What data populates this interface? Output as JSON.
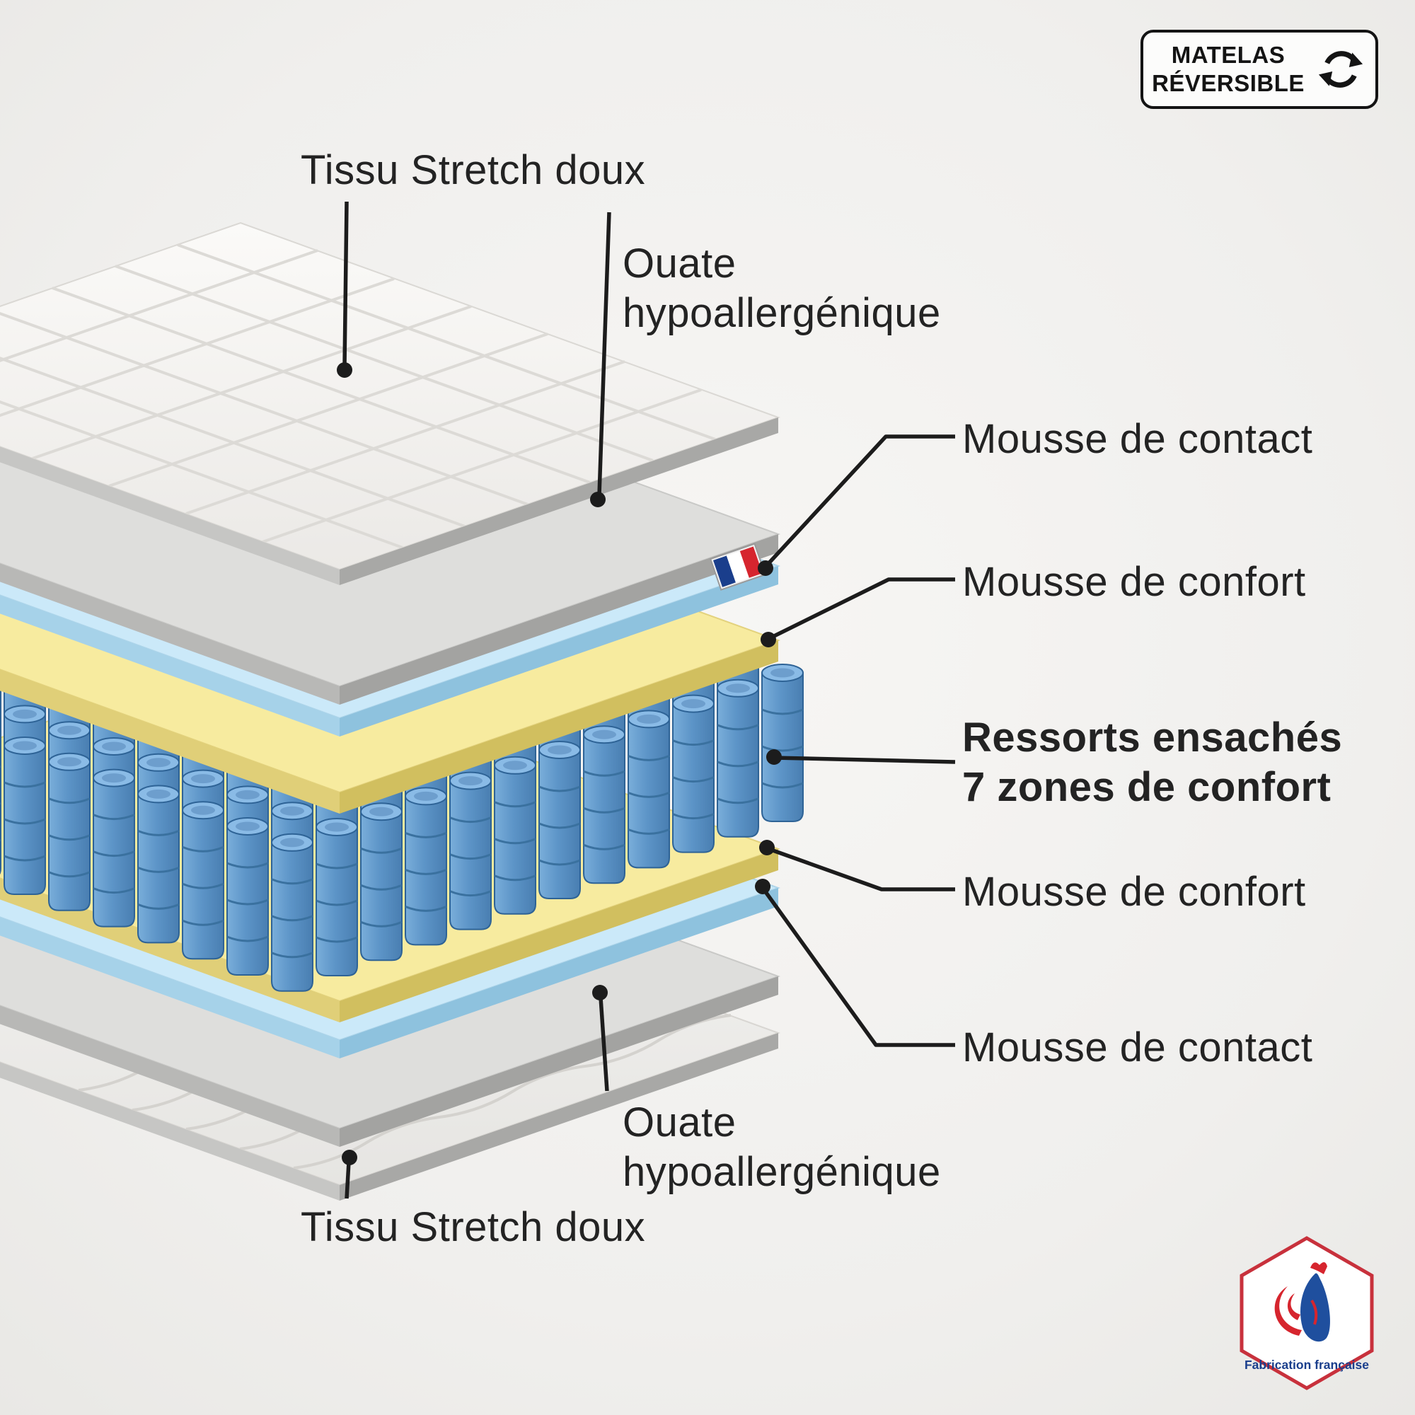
{
  "reversible_badge": {
    "line1": "MATELAS",
    "line2": "RÉVERSIBLE"
  },
  "callouts": {
    "tissu_top": "Tissu Stretch doux",
    "ouate_top_line1": "Ouate",
    "ouate_top_line2": "hypoallergénique",
    "mousse_contact_top": "Mousse de contact",
    "mousse_confort_top": "Mousse de confort",
    "ressorts_line1": "Ressorts ensachés",
    "ressorts_line2": "7 zones de confort",
    "mousse_confort_bottom": "Mousse de confort",
    "mousse_contact_bottom": "Mousse de contact",
    "ouate_bottom_line1": "Ouate",
    "ouate_bottom_line2": "hypoallergénique",
    "tissu_bottom": "Tissu Stretch doux"
  },
  "made_in_badge": {
    "label": "Fabrication française"
  },
  "colors": {
    "callout_line": "#1c1c1c",
    "fabric_white": "#f6f5f3",
    "wadding_grey": "#dededc",
    "contact_foam_blue": "#cbe9f9",
    "comfort_foam_yellow": "#f7eb9f",
    "spring_blue": "#5d95c8",
    "flag_blue": "#1a3e8c",
    "flag_red": "#d6252e",
    "badge_border_red": "#c8313c",
    "rooster_blue": "#1f4f9e"
  }
}
